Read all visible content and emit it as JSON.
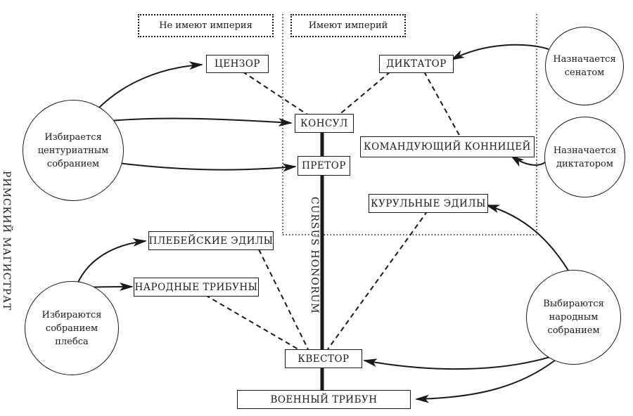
{
  "headers": {
    "no_imperium": "Не имеют империя",
    "imperium": "Имеют империй"
  },
  "side_title": "РИМСКИЙ МАГИСТРАТ",
  "axis_label": "CURSUS HONORUM",
  "offices": {
    "censor": "ЦЕНЗОР",
    "dictator": "ДИКТАТОР",
    "consul": "КОНСУЛ",
    "master_of_horse": "КОМАНДУЮЩИЙ КОННИЦЕЙ",
    "praetor": "ПРЕТОР",
    "curule_aediles": "КУРУЛЬНЫЕ ЭДИЛЫ",
    "plebeian_aediles": "ПЛЕБЕЙСКИЕ ЭДИЛЫ",
    "tribunes": "НАРОДНЫЕ ТРИБУНЫ",
    "quaestor": "КВЕСТОР",
    "military_tribune": "ВОЕННЫЙ ТРИБУН"
  },
  "bodies": {
    "centuriate": "Избирается\nцентуриатным\nсобранием",
    "plebs": "Избираются\nсобранием\nплебса",
    "popular": "Выбираются\nнародным\nсобранием",
    "senate": "Назначается\nсенатом",
    "dictator_appoint": "Назначается\nдиктатором"
  }
}
